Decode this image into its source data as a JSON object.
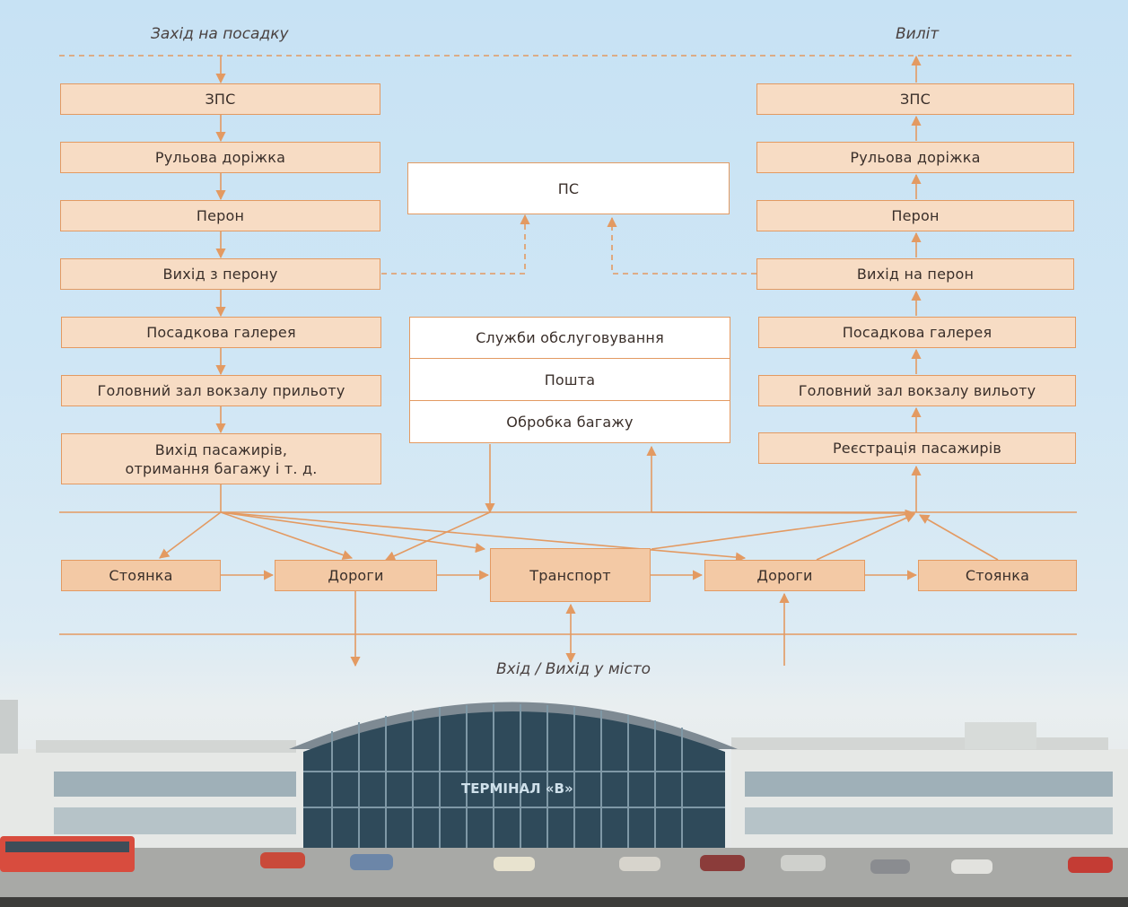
{
  "captions": {
    "arrival": "Захід на посадку",
    "departure": "Виліт",
    "city": "Вхід / Вихід у місто"
  },
  "arrival_flow": [
    "ЗПС",
    "Рульова доріжка",
    "Перон",
    "Вихід з перону",
    "Посадкова галерея",
    "Головний зал вокзалу прильоту",
    "Вихід пасажирів,\nотримання багажу і т. д."
  ],
  "departure_flow": [
    "ЗПС",
    "Рульова доріжка",
    "Перон",
    "Вихід на перон",
    "Посадкова галерея",
    "Головний зал вокзалу вильоту",
    "Реєстрація пасажирів"
  ],
  "center": {
    "aircraft": "ПС",
    "services": [
      "Служби обслуговування",
      "Пошта",
      "Обробка багажу"
    ]
  },
  "ground": {
    "parking_left": "Стоянка",
    "roads_left": "Дороги",
    "transport": "Транспорт",
    "roads_right": "Дороги",
    "parking_right": "Стоянка"
  },
  "photo": {
    "terminal_sign": "ТЕРМІНАЛ «В»"
  },
  "colors": {
    "line": "#e39a62",
    "box_fill": "#f7dcc4",
    "ground_fill": "#f3c9a5",
    "sky": "#c7e2f4"
  }
}
